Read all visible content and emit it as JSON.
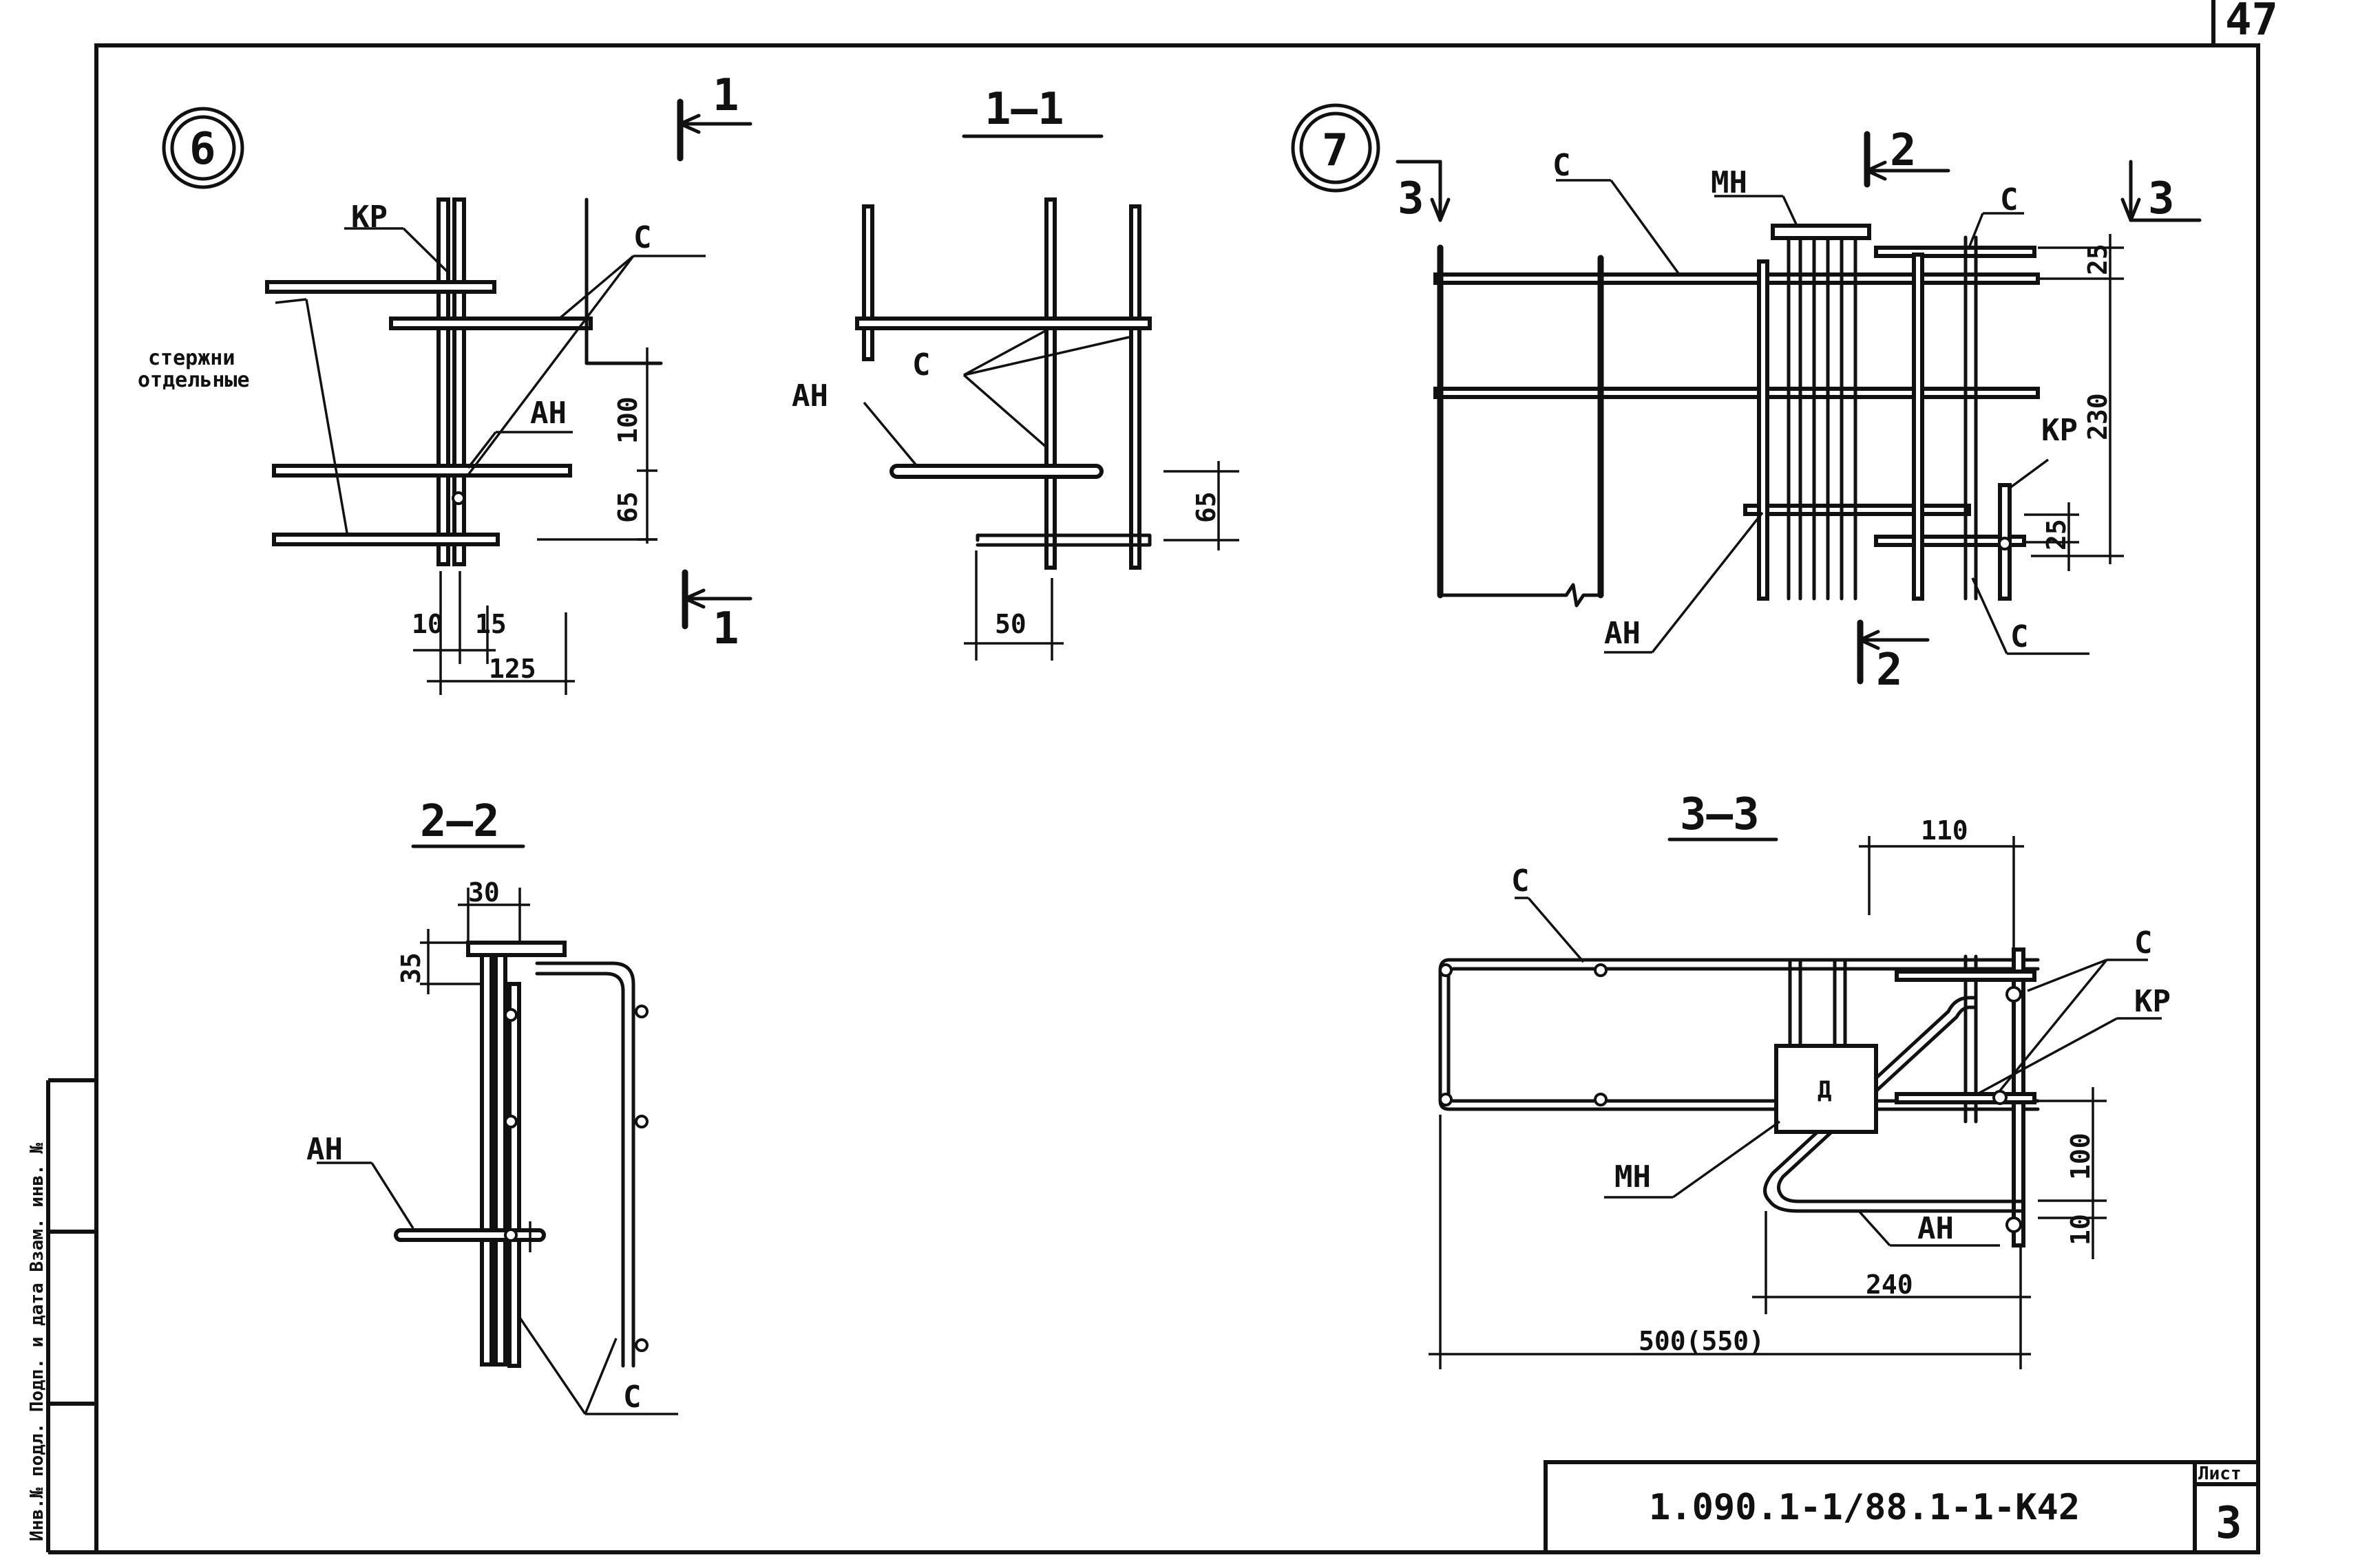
{
  "sheet": {
    "page_number": "47",
    "code": "1.090.1-1/88.1-1-К42",
    "list_label": "Лист",
    "list_number": "3",
    "side_stamp": "Инв.№ подл. Подп. и дата Взам. инв. №"
  },
  "details": {
    "d6": "6",
    "d7": "7"
  },
  "sections": {
    "s11": "1—1",
    "s22": "2—2",
    "s33": "3—3",
    "mark_1": "1",
    "mark_2": "2",
    "mark_3": "3"
  },
  "labels": {
    "KR": "КР",
    "S": "С",
    "AN": "АН",
    "MN": "МН",
    "separate_bars_1": "стержни",
    "separate_bars_2": "отдельные"
  },
  "dims": {
    "d100": "100",
    "d65": "65",
    "d10": "10",
    "d15": "15",
    "d125": "125",
    "d50": "50",
    "d25": "25",
    "d230": "230",
    "d30": "30",
    "d35": "35",
    "d110": "110",
    "d240": "240",
    "d500": "500(550)"
  }
}
